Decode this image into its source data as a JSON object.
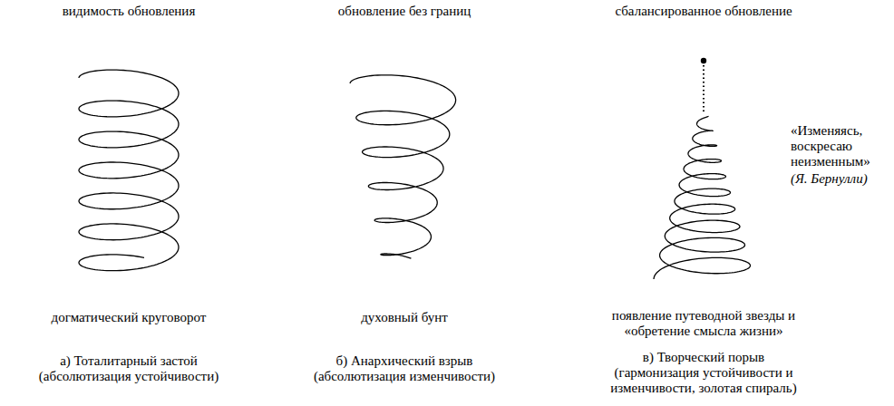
{
  "diagram": {
    "labels": [
      "видимость обновления",
      "обновление без границ",
      "сбалансированное обновление",
      "«Изменяясь, воскресаю неизменным»",
      "(Я. Бернулли)",
      "догматический круговорот",
      "духовный бунт",
      "появление путеводной звезды и «обретение смысла жизни»",
      "а) Тоталитарный застой (абсолютизация устойчивости)",
      "б) Анархический взрыв (абсолютизация изменчивости)",
      "в) Творческий порыв (гармонизация устойчивости и изменчивости, золотая спираль)"
    ]
  }
}
